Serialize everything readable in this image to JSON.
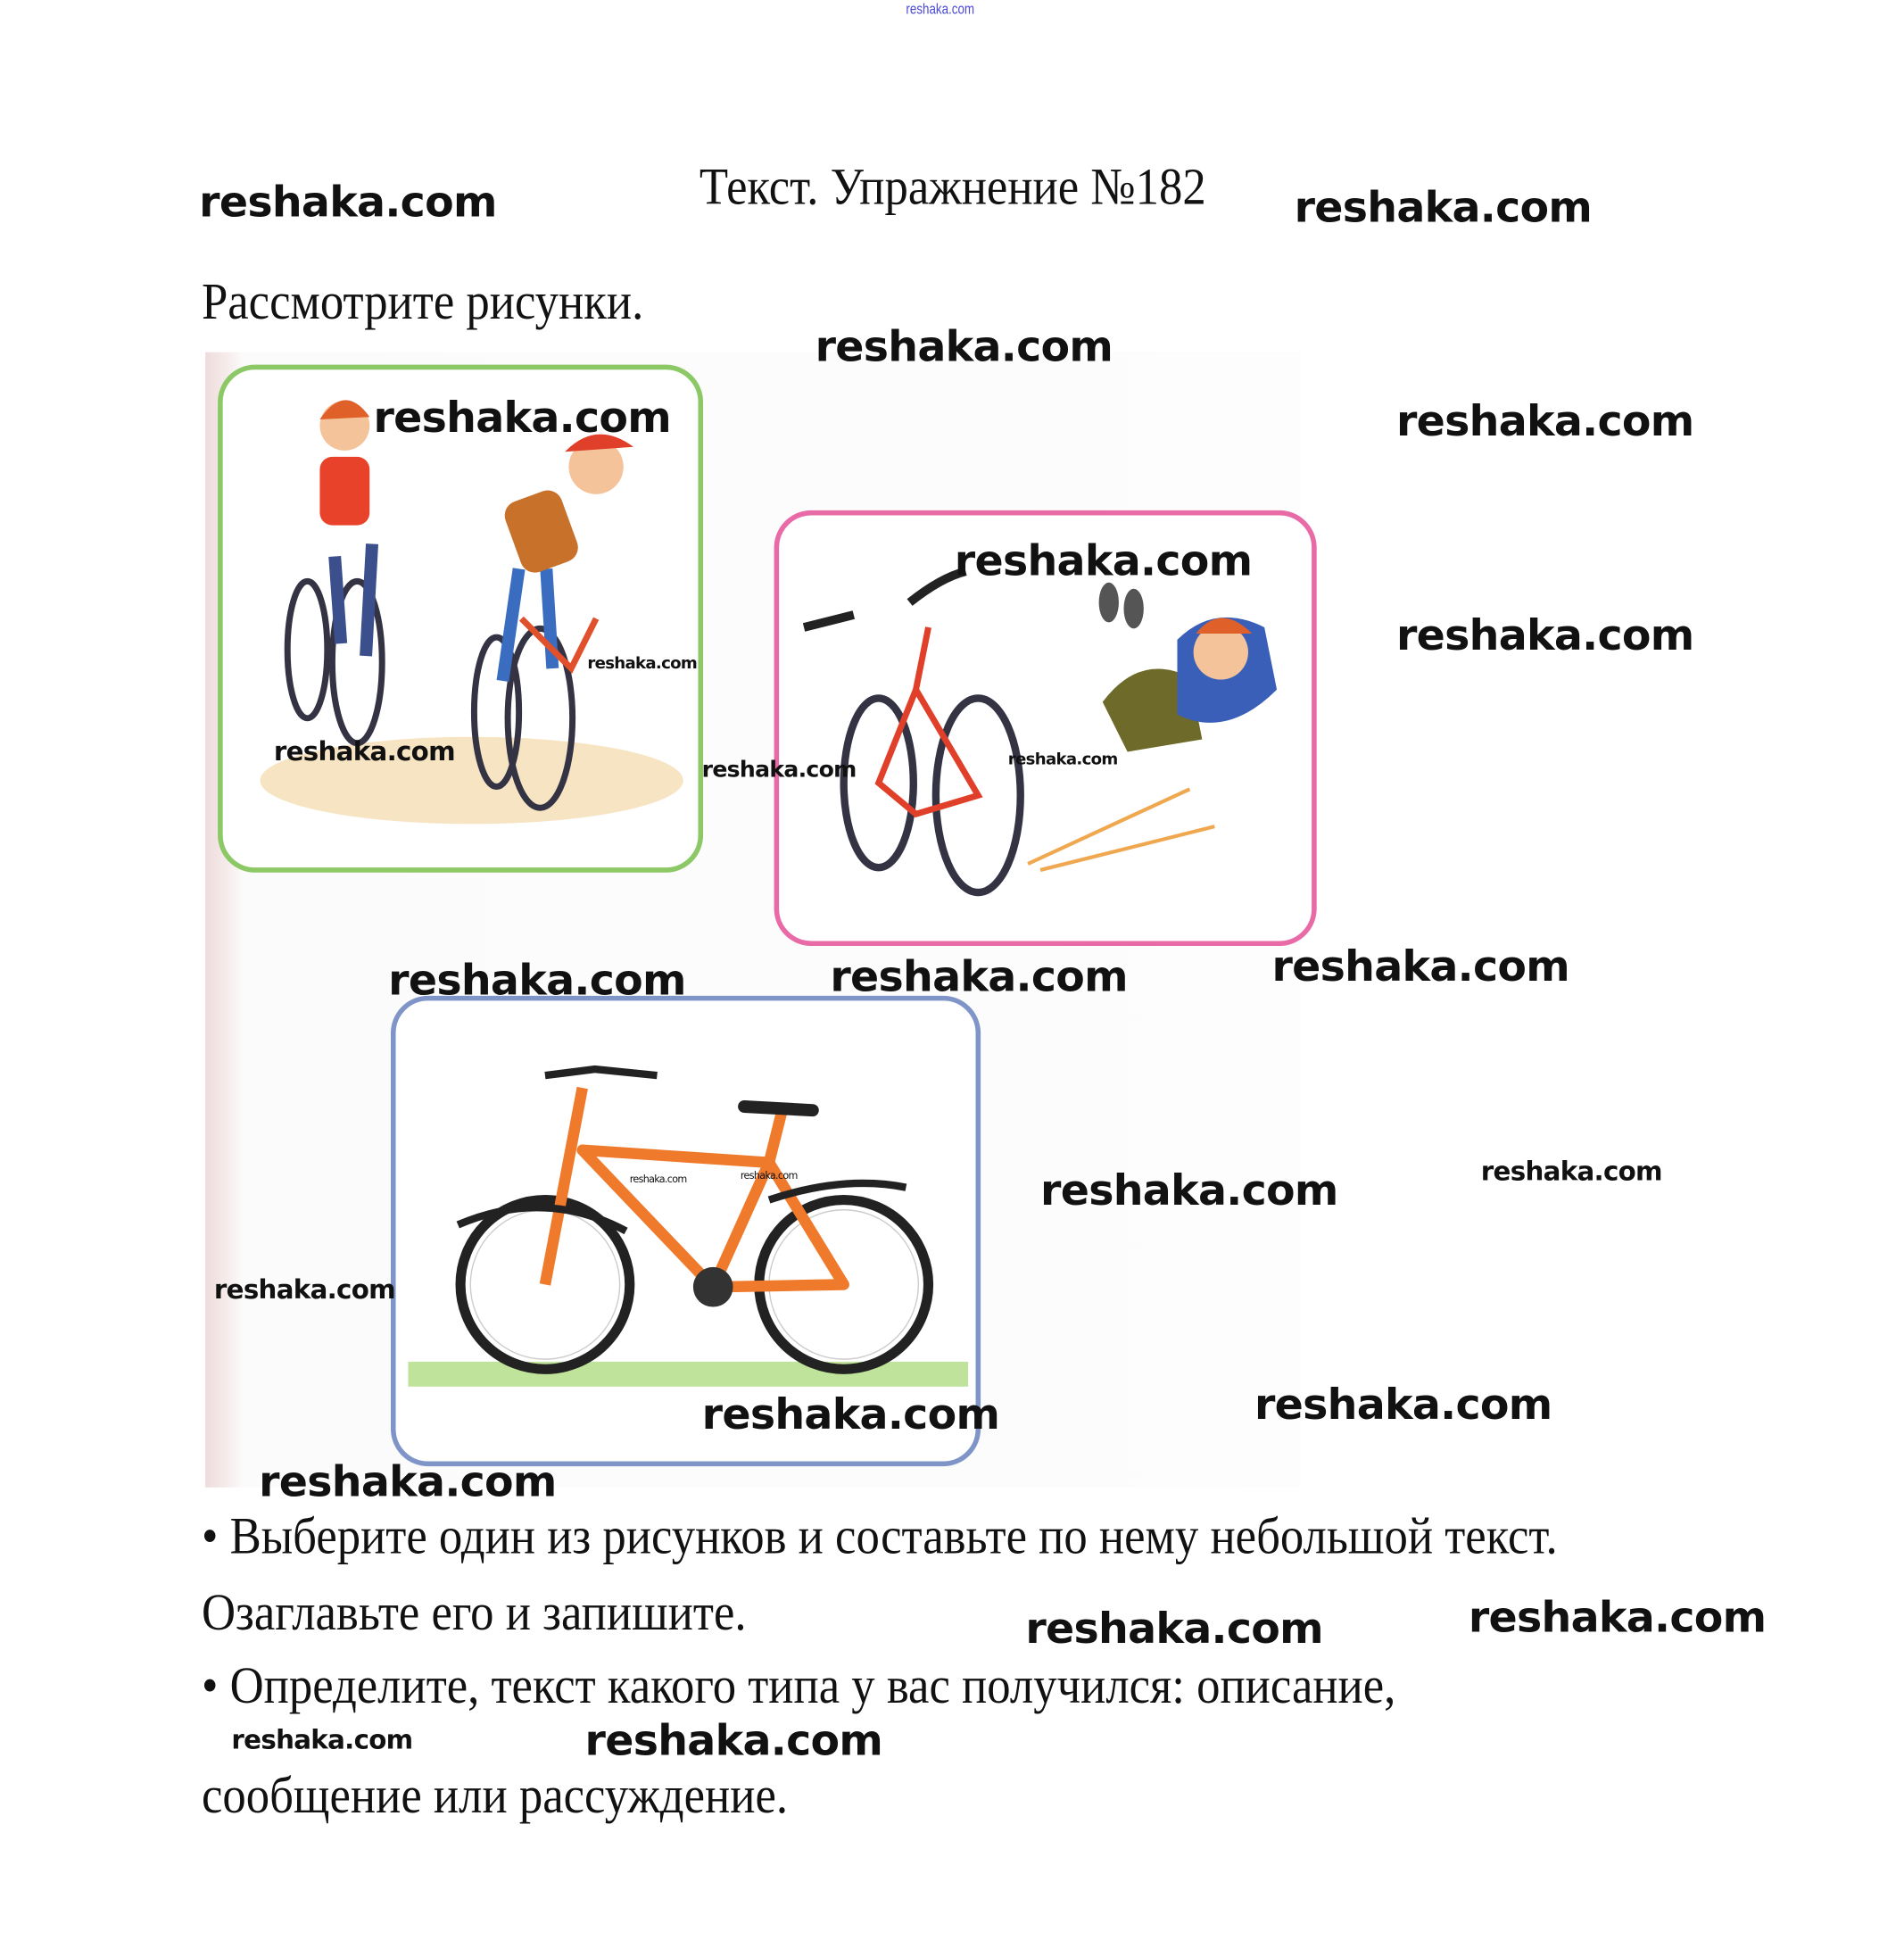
{
  "header_watermark": "reshaka.com",
  "title": "Текст. Упражнение №182",
  "instruction": "Рассмотрите рисунки.",
  "bullets": [
    "• Выберите один из рисунков и составьте по нему небольшой текст.",
    "Озаглавьте его и запишите.",
    "• Определите, текст какого типа у вас получился: описание,",
    "сообщение или рассуждение."
  ],
  "watermark": "reshaka.com",
  "colors": {
    "green_frame": "#8cc866",
    "pink_frame": "#e86aa6",
    "blue_frame": "#7f95c8",
    "bike_orange": "#f07a2c"
  }
}
